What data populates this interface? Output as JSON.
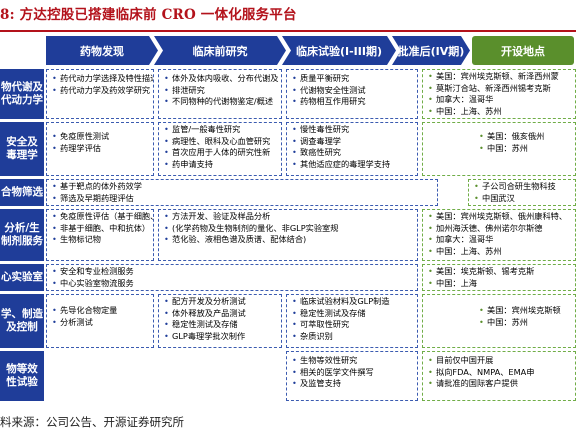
{
  "title": "8: 方达控股已搭建临床前 CRO 一体化服务平台",
  "colors": {
    "accent_blue": "#1f3d99",
    "accent_green": "#5a8f2c",
    "title_red": "#b3121b"
  },
  "headers": [
    {
      "label": "药物发现"
    },
    {
      "label": "临床前研究"
    },
    {
      "label": "临床试验(I-III期)"
    },
    {
      "label": "批准后(IV期)"
    },
    {
      "label": "开设地点"
    }
  ],
  "rows": [
    {
      "label_lines": [
        "物代谢及",
        "代动力学"
      ],
      "cells": [
        [
          "药代动力学选择及特性描述",
          "药代动力学及药效学研究"
        ],
        [
          "体外及体内吸收、分布代谢及",
          "排泄研究",
          "不同物种的代谢物鉴定/概述"
        ],
        [
          "质量平衡研究",
          "代谢物安全性测试",
          "药物相互作用研究"
        ],
        [
          "美国：宾州埃克斯顿、新泽西州蒙",
          "莫斯汀合站、新泽西州锡考克斯",
          "加拿大：温哥华",
          "中国：上海、苏州"
        ]
      ]
    },
    {
      "label_lines": [
        "安全及",
        "毒理学"
      ],
      "cells": [
        [
          "免疫原性测试",
          "药理学评估"
        ],
        [
          "监管/一般毒性研究",
          "病理性、眼科及心血管研究",
          "首次应用于人体的研究性新",
          "药申请支持"
        ],
        [
          "慢性毒性研究",
          "调查毒理学",
          "致癌性研究",
          "其他适应症的毒理学支持"
        ],
        [
          "美国：俄亥俄州",
          "中国：苏州"
        ]
      ]
    },
    {
      "label_lines": [
        "合物筛选"
      ],
      "cells": [
        [
          "基于靶点的体外药效学",
          "筛选及早期药理评估"
        ],
        [
          "子公司合研生物科技",
          "中国武汉"
        ]
      ]
    },
    {
      "label_lines": [
        "分析/生",
        "制剂服务"
      ],
      "cells": [
        [
          "免疫原性评估（基于细胞、",
          "非基于细胞、中和抗体）",
          "生物标记物"
        ],
        [
          "方法开发、验证及样品分析",
          "(化学药物及生物制剂的量化、非GLP实验室规",
          "范化验、液相色谱及质谱、配体结合)"
        ],
        [
          "美国：宾州埃克斯顿、俄州康科特、",
          "加州海沃德、佛州诺尔尔斯德",
          "加拿大：温哥华",
          "中国：上海、苏州"
        ]
      ]
    },
    {
      "label_lines": [
        "心实验室"
      ],
      "cells": [
        [
          "安全和专业检测服务",
          "中心实验室物流服务"
        ],
        [
          "美国：埃克斯顿、锡考克斯",
          "中国：上海"
        ]
      ]
    },
    {
      "label_lines": [
        "学、制造",
        "及控制"
      ],
      "cells": [
        [
          "先导化合物定量",
          "分析测试"
        ],
        [
          "配方开发及分析测试",
          "体外释放及产品测试",
          "稳定性测试及存储",
          "GLP毒理学批次制作"
        ],
        [
          "临床试验材料及GLP制造",
          "稳定性测试及存储",
          "可萃取性研究",
          "杂质识别"
        ],
        [
          "美国：宾州埃克斯顿",
          "中国：苏州"
        ]
      ]
    },
    {
      "label_lines": [
        "物等效",
        "性试验"
      ],
      "cells": [
        [
          "生物等效性研究",
          "相关的医学文件撰写",
          "及监管支持"
        ],
        [
          "目前仅中国开展",
          "拟向FDA、NMPA、EMA申",
          "请批准的国际客户提供"
        ]
      ]
    }
  ],
  "footer": "料来源：公司公告、开源证券研究所"
}
